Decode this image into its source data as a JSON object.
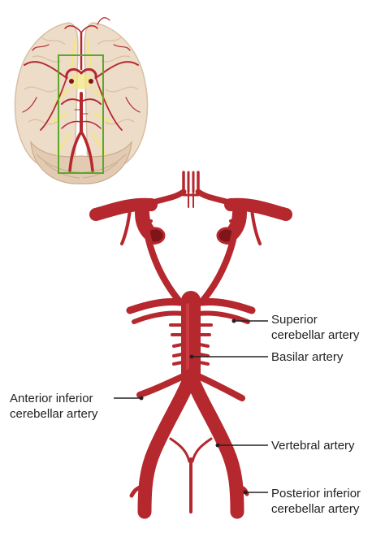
{
  "colors": {
    "artery": "#b5282e",
    "artery_highlight": "#d94a4e",
    "artery_dark": "#7e1518",
    "brain": "#eddcc8",
    "brain_shadow": "#d7bfa4",
    "cerebellum": "#e2cbb2",
    "highlight_box": "#5aa82c",
    "nerves": "#f3e58a",
    "leader_line": "#222222"
  },
  "icons": {
    "brain_thumbnail": "brain-inferior-view-icon"
  },
  "labels": {
    "superior_cerebellar": [
      "Superior",
      "cerebellar artery"
    ],
    "basilar": [
      "Basilar artery"
    ],
    "anterior_inferior_cerebellar": [
      "Anterior inferior",
      "cerebellar artery"
    ],
    "vertebral": [
      "Vertebral artery"
    ],
    "posterior_inferior_cerebellar": [
      "Posterior inferior",
      "cerebellar artery"
    ]
  }
}
